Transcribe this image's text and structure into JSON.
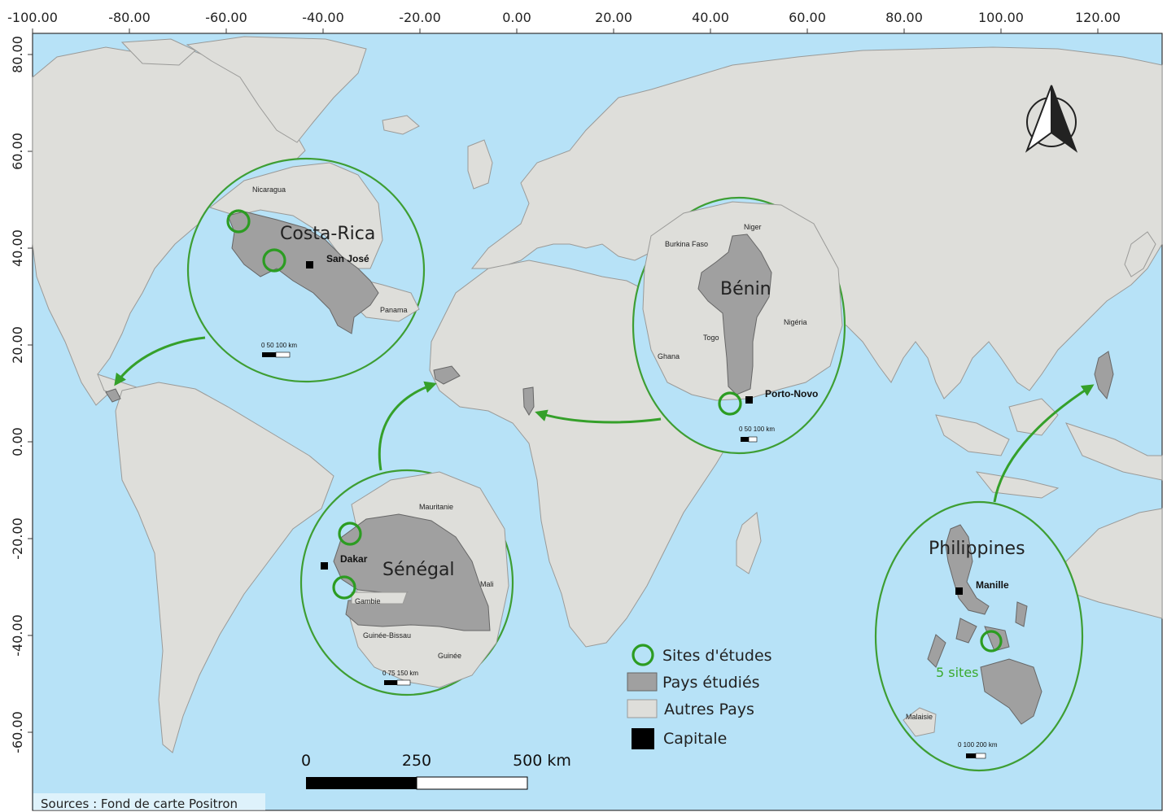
{
  "axes": {
    "x_ticks": [
      "-100.00",
      "-80.00",
      "-60.00",
      "-40.00",
      "-20.00",
      "0.00",
      "20.00",
      "40.00",
      "60.00",
      "80.00",
      "100.00",
      "120.00"
    ],
    "y_ticks": [
      "80.00",
      "60.00",
      "40.00",
      "20.00",
      "0.00",
      "-20.00",
      "-40.00",
      "-60.00"
    ]
  },
  "insets": {
    "costa_rica": {
      "title": "Costa-Rica",
      "neighbors": [
        "Nicaragua",
        "Panama"
      ],
      "capital": "San José",
      "scale": "0  50  100 km"
    },
    "senegal": {
      "title": "Sénégal",
      "neighbors": [
        "Mauritanie",
        "Mali",
        "Gambie",
        "Guinée-Bissau",
        "Guinée"
      ],
      "capital": "Dakar",
      "scale": "0  75 150 km"
    },
    "benin": {
      "title": "Bénin",
      "neighbors": [
        "Niger",
        "Burkina Faso",
        "Nigéria",
        "Togo",
        "Ghana"
      ],
      "capital": "Porto-Novo",
      "scale": "0  50  100 km"
    },
    "philippines": {
      "title": "Philippines",
      "neighbors": [
        "Malaisie"
      ],
      "capital": "Manille",
      "sites_note": "5 sites",
      "scale": "0  100  200 km"
    }
  },
  "legend": {
    "items": [
      {
        "label": "Sites d'études",
        "symbol": "green-circle"
      },
      {
        "label": "Pays étudiés",
        "symbol": "dark-grey-box"
      },
      {
        "label": "Autres Pays",
        "symbol": "light-grey-box"
      },
      {
        "label": "Capitale",
        "symbol": "black-square"
      }
    ]
  },
  "scalebar": {
    "labels": [
      "0",
      "250",
      "500 km"
    ]
  },
  "source": "Sources :  Fond de carte Positron",
  "colors": {
    "ocean": "#b7e2f7",
    "land": "#dededa",
    "studied": "#a0a0a0",
    "accent": "#35a02a"
  }
}
